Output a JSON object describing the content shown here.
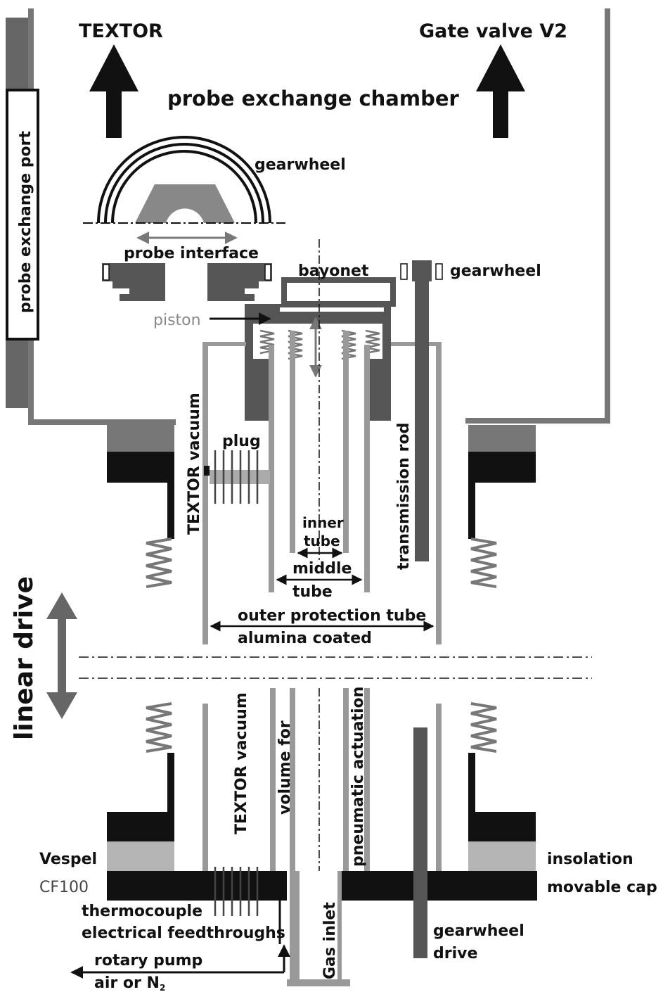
{
  "labels": {
    "textor": "TEXTOR",
    "gate_valve": "Gate valve V2",
    "probe_exchange_chamber": "probe exchange chamber",
    "probe_exchange_port": "probe exchange port",
    "gearwheel_top": "gearwheel",
    "probe_interface": "probe interface",
    "bayonet": "bayonet",
    "gearwheel_right": "gearwheel",
    "piston": "piston",
    "textor_vacuum_top": "TEXTOR vacuum",
    "plug": "plug",
    "transmission_rod": "transmission rod",
    "inner_tube_1": "inner",
    "inner_tube_2": "tube",
    "middle_tube_1": "middle",
    "middle_tube_2": "tube",
    "linear_drive": "linear drive",
    "outer_protection_tube": "outer protection tube",
    "alumina_coated": "alumina coated",
    "textor_vacuum_bottom": "TEXTOR vacuum",
    "volume_for": "volume for",
    "pneumatic_actuation": "pneumatic actuation",
    "vespel": "Vespel",
    "insolation": "insolation",
    "cf100": "CF100",
    "movable_cap": "movable cap",
    "thermocouple": "thermocouple",
    "electrical_feedthroughs": "electrical feedthroughs",
    "gas_inlet": "Gas inlet",
    "gearwheel_drive_1": "gearwheel",
    "gearwheel_drive_2": "drive",
    "rotary_pump": "rotary pump",
    "air_or_n2": "air or N",
    "n2_subscript": "2"
  },
  "colors": {
    "black": "#111111",
    "dark_gray": "#555555",
    "mid_gray": "#888888",
    "light_gray": "#b4b4b4",
    "piston_gray": "#9a9a9a"
  }
}
